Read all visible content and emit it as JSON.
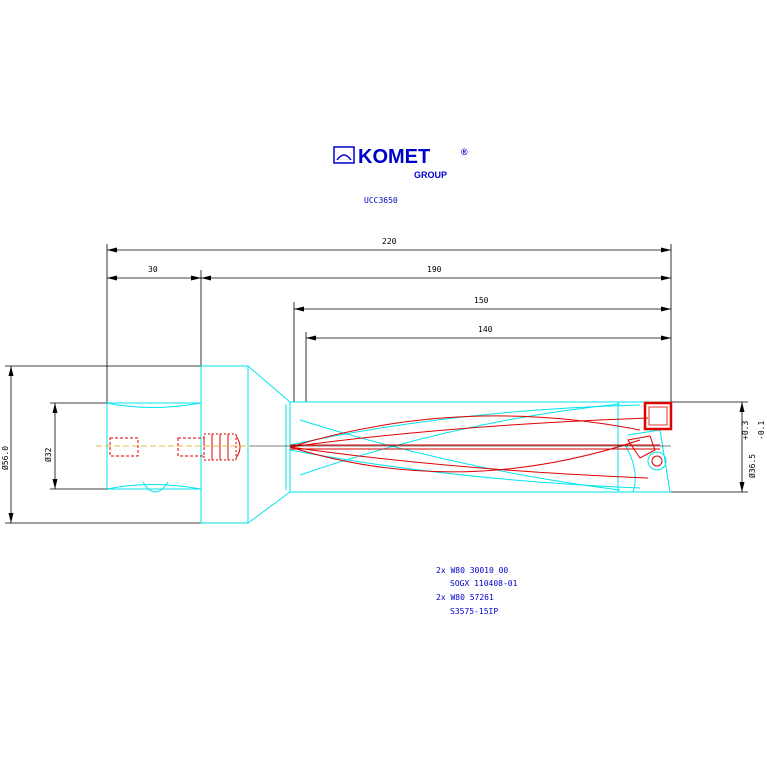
{
  "logo": {
    "name": "KOMET",
    "reg": "®",
    "sub": "GROUP"
  },
  "part_number": "UCC3650",
  "dimensions": {
    "overall": "220",
    "shank": "30",
    "body": "190",
    "depth1": "150",
    "depth2": "140",
    "flange_dia": "Ø56.0",
    "shank_dia": "Ø32",
    "drill_dia": "Ø36.5",
    "tol_upper": "+0.3",
    "tol_lower": "-0.1"
  },
  "inserts": [
    "2x W80 30010 00",
    "SOGX 110408-01",
    "2x W80 57261",
    "S3575-15IP"
  ],
  "colors": {
    "outline": "#00e5ee",
    "cutting": "#e00000",
    "dim": "#000000",
    "text_blue": "#0000cc",
    "center": "#e8a000"
  }
}
